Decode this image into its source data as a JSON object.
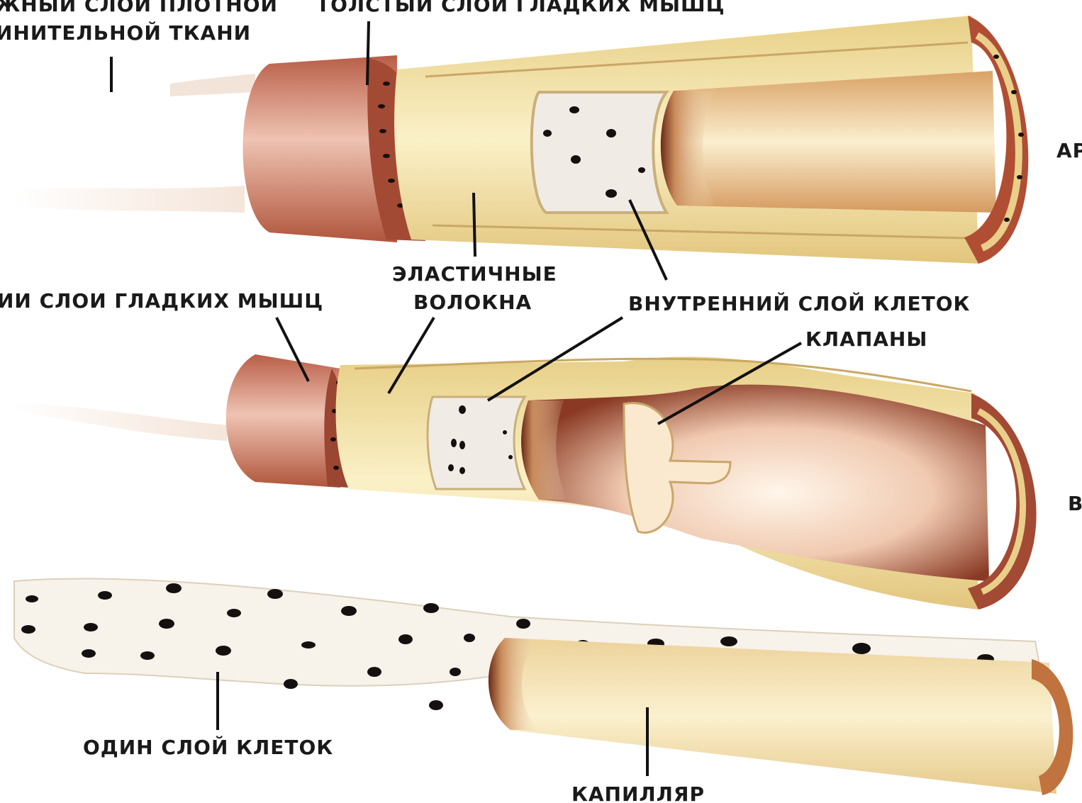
{
  "labels": {
    "outer_connective": [
      "ЖНЫЙ СЛОЙ ПЛОТНОЙ",
      "ИНИТЕЛЬНОЙ ТКАНИ"
    ],
    "thick_muscle": "ТОЛСТЫЙ СЛОЙ ГЛАДКИХ МЫШЦ",
    "artery_side": "АР",
    "elastic_fibers": [
      "ЭЛАСТИЧНЫЕ",
      "ВОЛОКНА"
    ],
    "thin_muscle": "ИИ СЛОИ ГЛАДКИХ МЫШЦ",
    "inner_cells": "ВНУТРЕННИЙ СЛОЙ КЛЕТОК",
    "valves": "КЛАПАНЫ",
    "vein_side": "В",
    "single_layer": "ОДИН СЛОЙ КЛЕТОК",
    "capillary": "КАПИЛЛЯР"
  },
  "colors": {
    "outer_layer": "#c8705a",
    "muscle_layer": "#a84a36",
    "elastic_layer": "#f0dfa0",
    "inner_cells": "#f3ece6",
    "lumen": "#e9c98a",
    "lumen_dark": "#7a3320",
    "nucleus": "#151010"
  }
}
